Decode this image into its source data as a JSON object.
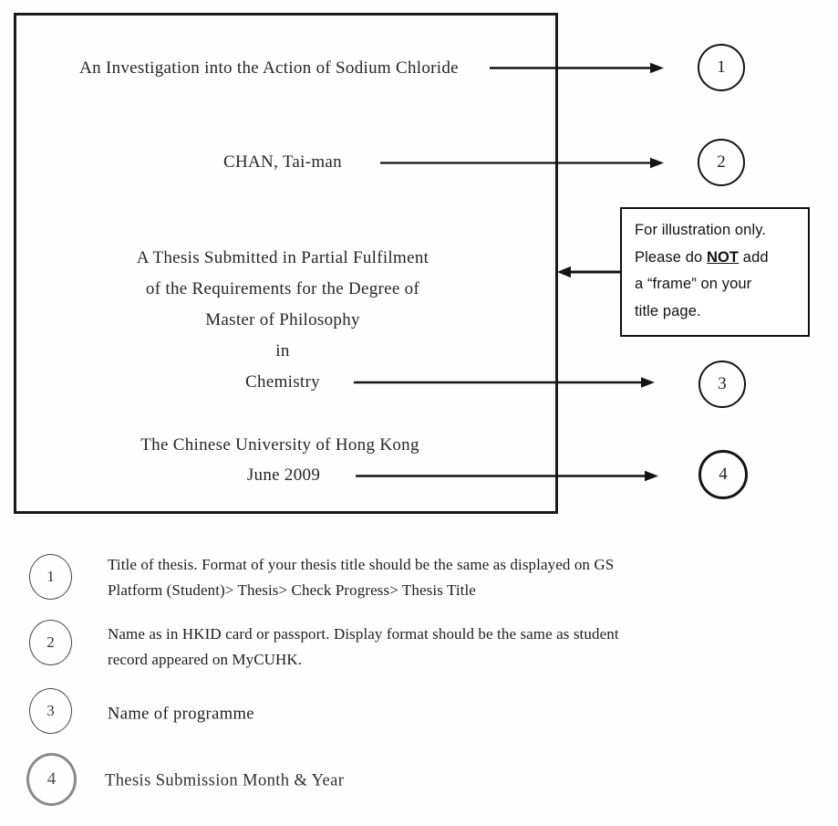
{
  "title_page": {
    "title": "An Investigation into the Action of Sodium Chloride",
    "author": "CHAN, Tai-man",
    "statement_line1": "A Thesis Submitted in Partial Fulfilment",
    "statement_line2": "of the Requirements for the Degree of",
    "statement_line3": "Master of Philosophy",
    "statement_line4": "in",
    "programme": "Chemistry",
    "university": "The Chinese University of Hong Kong",
    "date": "June 2009"
  },
  "callouts": {
    "c1": "1",
    "c2": "2",
    "c3": "3",
    "c4": "4"
  },
  "note": {
    "line1": "For illustration only.",
    "line2_pre": "Please do ",
    "line2_bold": "NOT",
    "line2_post": " add",
    "line3": "a “frame” on your",
    "line4": "title page."
  },
  "legend": {
    "items": [
      {
        "num": "1",
        "lines": [
          "Title of thesis. Format of your thesis title should be the same as displayed on GS",
          "Platform (Student)> Thesis> Check Progress> Thesis Title"
        ]
      },
      {
        "num": "2",
        "lines": [
          "Name as in HKID card or passport. Display format should be the same as student",
          "record appeared on MyCUHK."
        ]
      },
      {
        "num": "3",
        "lines": [
          "Name of programme"
        ]
      },
      {
        "num": "4",
        "lines": [
          "Thesis Submission Month & Year"
        ]
      }
    ]
  },
  "colors": {
    "ink": "#141414",
    "gray_circle": "#8a8a8a"
  }
}
